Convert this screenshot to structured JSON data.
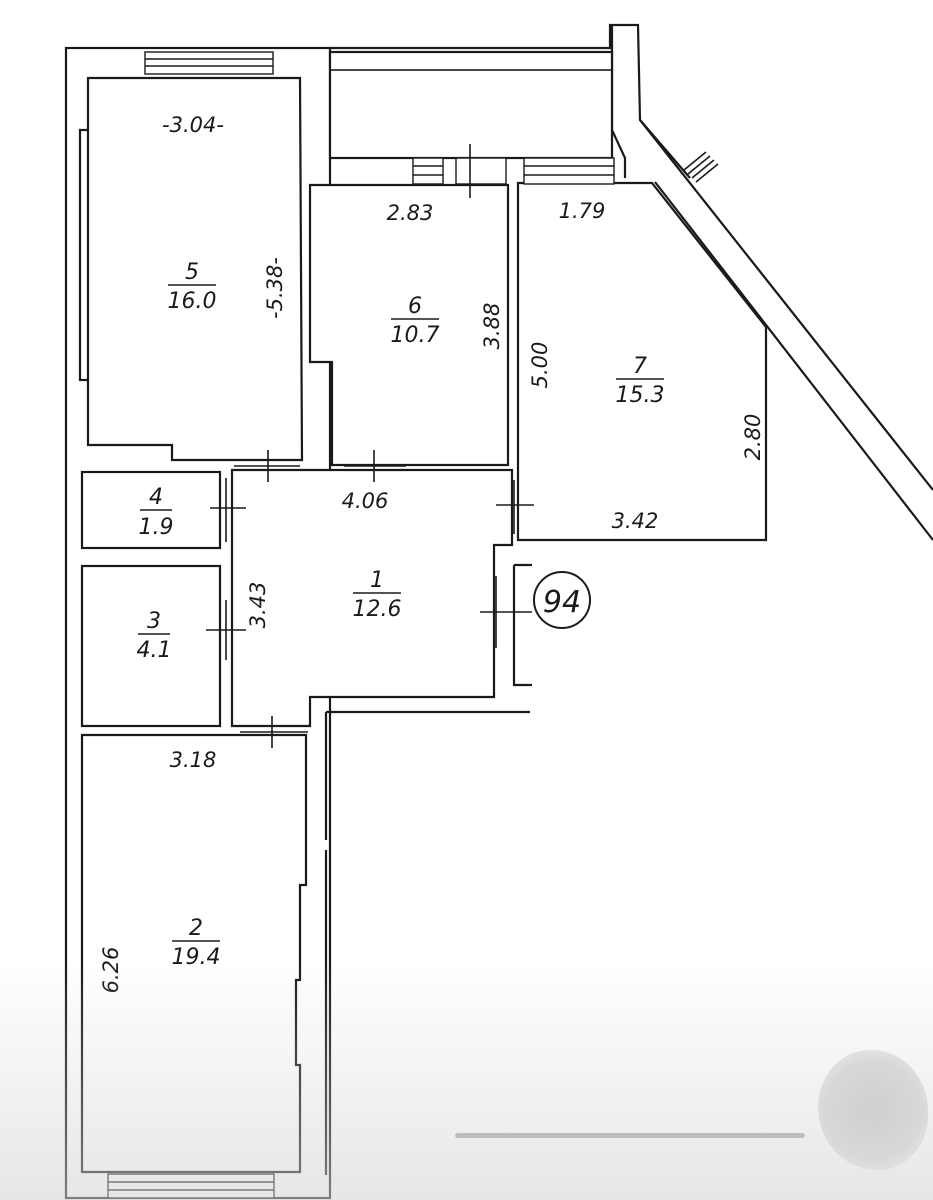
{
  "apartment": {
    "number": "94"
  },
  "rooms": [
    {
      "id": "1",
      "area": "12.6"
    },
    {
      "id": "2",
      "area": "19.4"
    },
    {
      "id": "3",
      "area": "4.1"
    },
    {
      "id": "4",
      "area": "1.9"
    },
    {
      "id": "5",
      "area": "16.0"
    },
    {
      "id": "6",
      "area": "10.7"
    },
    {
      "id": "7",
      "area": "15.3"
    }
  ],
  "dimensions": {
    "room5_width": "-3.04-",
    "room5_length": "-5.38-",
    "room6_width": "2.83",
    "room6_length": "3.88",
    "room7_top": "1.79",
    "room7_left": "5.00",
    "room7_right": "2.80",
    "room7_bottom": "3.42",
    "hall_width": "4.06",
    "hall_length": "3.43",
    "room2_width": "3.18",
    "room2_length": "6.26"
  },
  "colors": {
    "ink": "#1a1a1a",
    "paper": "#ffffff"
  }
}
